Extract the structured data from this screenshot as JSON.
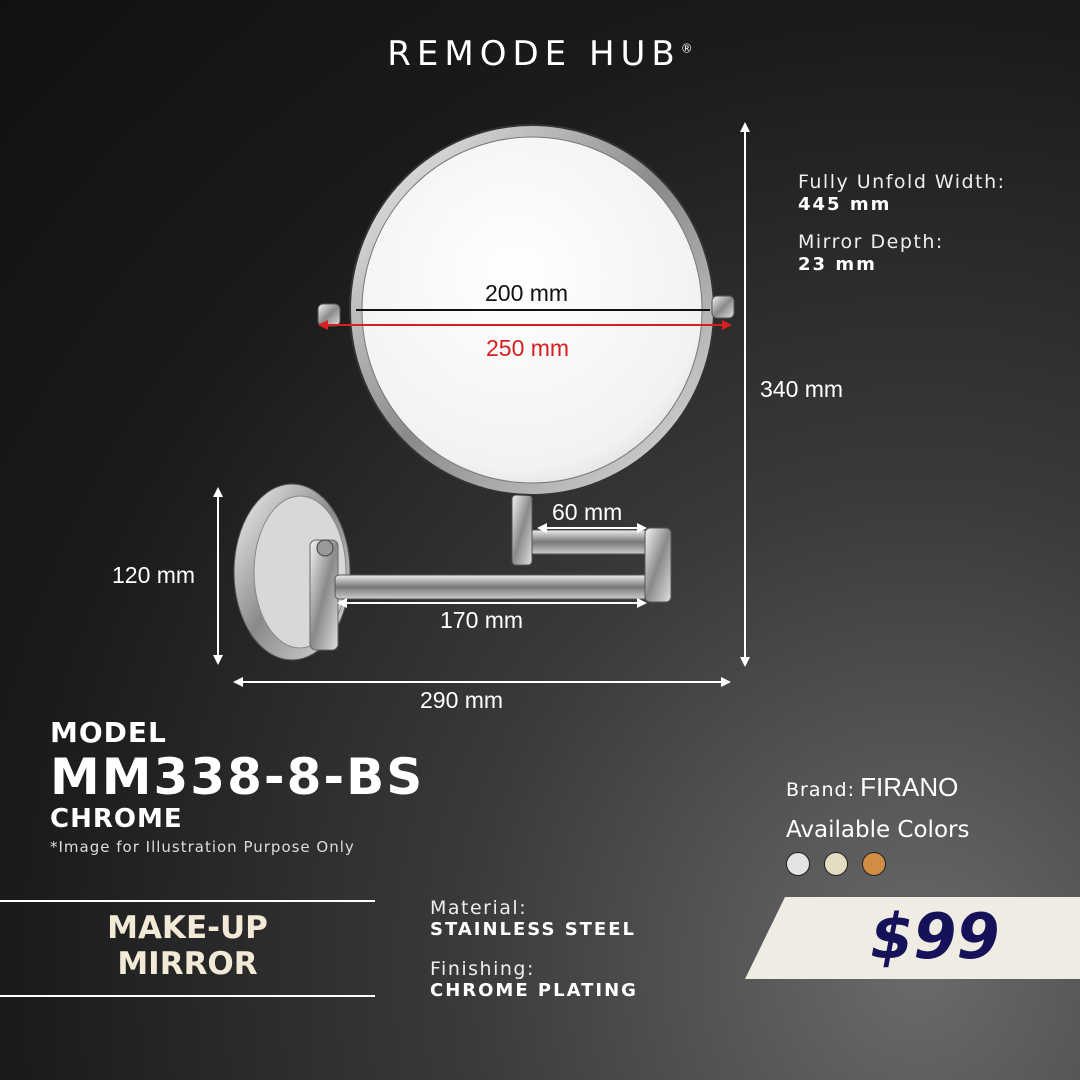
{
  "brand_logo": {
    "text": "REMODE HUB",
    "mark": "®"
  },
  "specs_top": [
    {
      "label": "Fully Unfold Width:",
      "value": "445 mm"
    },
    {
      "label": "Mirror Depth:",
      "value": "23 mm"
    }
  ],
  "dimensions": {
    "mirror_inner": "200 mm",
    "mirror_overall": "250 mm",
    "total_height": "340 mm",
    "plate_height": "120 mm",
    "upper_arm": "60 mm",
    "lower_arm": "170 mm",
    "total_width": "290 mm"
  },
  "colors": {
    "overall_dim_line": "#d81e1e",
    "price_text": "#15125a",
    "price_band": "#efece4"
  },
  "model": {
    "label": "MODEL",
    "number": "MM338-8-BS",
    "finish": "CHROME",
    "note": "*Image for Illustration Purpose Only"
  },
  "category": {
    "line1": "MAKE-UP",
    "line2": "MIRROR"
  },
  "material": {
    "label": "Material:",
    "value": "STAINLESS STEEL"
  },
  "finishing": {
    "label": "Finishing:",
    "value": "CHROME PLATING"
  },
  "brand": {
    "label": "Brand:",
    "value": "FIRANO"
  },
  "available_colors": {
    "label": "Available Colors",
    "swatches": [
      "#e2e4e4",
      "#e6dcc4",
      "#d38c45"
    ]
  },
  "price": "$99"
}
